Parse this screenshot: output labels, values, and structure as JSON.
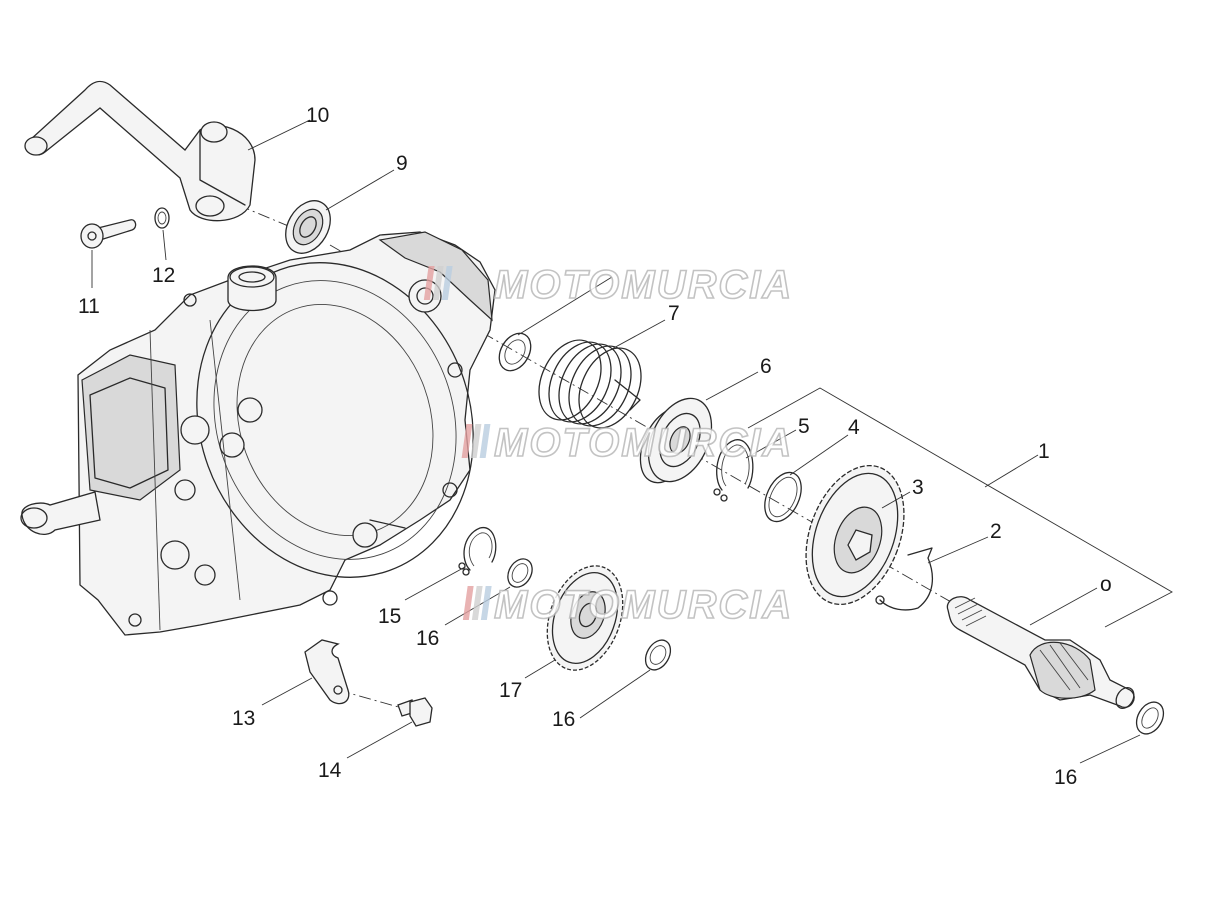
{
  "watermark": {
    "text": "MOTOMURCIA"
  },
  "callouts": {
    "c1": "1",
    "c2": "2",
    "c0": "o",
    "c3": "3",
    "c4": "4",
    "c5": "5",
    "c6": "6",
    "c7": "7",
    "c9": "9",
    "c10": "10",
    "c11": "11",
    "c12": "12",
    "c13": "13",
    "c14": "14",
    "c15": "15",
    "c16a": "16",
    "c16b": "16",
    "c16c": "16",
    "c17": "17"
  }
}
